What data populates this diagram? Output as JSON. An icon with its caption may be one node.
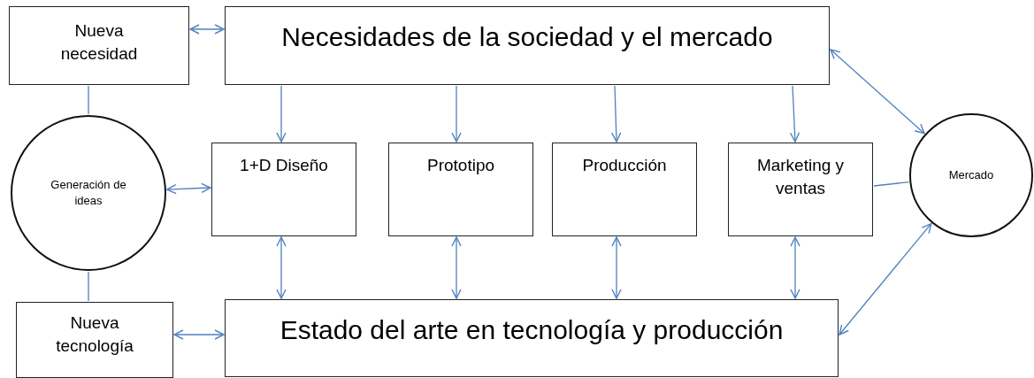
{
  "diagram": {
    "nodes": [
      {
        "text": [
          "Nueva necesidad"
        ]
      },
      {
        "text": [
          "Necesidades de la sociedad y el mercado"
        ]
      },
      {
        "text": [
          "Generación de ideas"
        ]
      },
      {
        "text": [
          "1+D Diseño"
        ]
      },
      {
        "text": [
          "Prototipo"
        ]
      },
      {
        "text": [
          "Producción"
        ]
      },
      {
        "text": [
          "Marketing y ventas"
        ]
      },
      {
        "text": [
          "Mercado"
        ]
      },
      {
        "text": [
          "Nueva tecnología"
        ]
      },
      {
        "text": [
          "Estado del arte en tecnología y producción"
        ]
      }
    ],
    "edges": [
      {
        "from": 0,
        "to": 1,
        "arrow": "both"
      },
      {
        "from": 1,
        "to": 3,
        "arrow": "to"
      },
      {
        "from": 1,
        "to": 4,
        "arrow": "to"
      },
      {
        "from": 1,
        "to": 5,
        "arrow": "to"
      },
      {
        "from": 1,
        "to": 6,
        "arrow": "to"
      },
      {
        "from": 1,
        "to": 7,
        "arrow": "both"
      },
      {
        "from": 0,
        "to": 2,
        "arrow": "none"
      },
      {
        "from": 2,
        "to": 3,
        "arrow": "both"
      },
      {
        "from": 6,
        "to": 7,
        "arrow": "none"
      },
      {
        "from": 2,
        "to": 8,
        "arrow": "none"
      },
      {
        "from": 3,
        "to": 9,
        "arrow": "both"
      },
      {
        "from": 4,
        "to": 9,
        "arrow": "both"
      },
      {
        "from": 5,
        "to": 9,
        "arrow": "both"
      },
      {
        "from": 6,
        "to": 9,
        "arrow": "both"
      },
      {
        "from": 8,
        "to": 9,
        "arrow": "both"
      },
      {
        "from": 7,
        "to": 9,
        "arrow": "both"
      }
    ]
  }
}
